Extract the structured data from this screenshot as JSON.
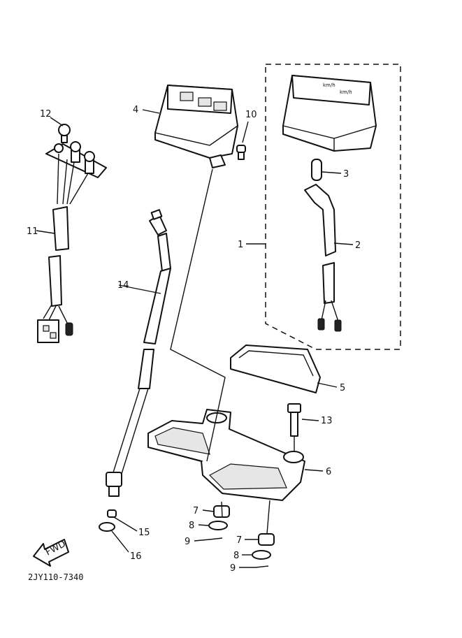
{
  "diagram": {
    "code": "2JY110-7340",
    "fwd_label": "FWD",
    "callouts": {
      "c1": "1",
      "c2": "2",
      "c3": "3",
      "c4": "4",
      "c5": "5",
      "c6": "6",
      "c7a": "7",
      "c7b": "7",
      "c8a": "8",
      "c8b": "8",
      "c9a": "9",
      "c9b": "9",
      "c10": "10",
      "c11": "11",
      "c12": "12",
      "c13": "13",
      "c14": "14",
      "c15": "15",
      "c16": "16"
    }
  }
}
